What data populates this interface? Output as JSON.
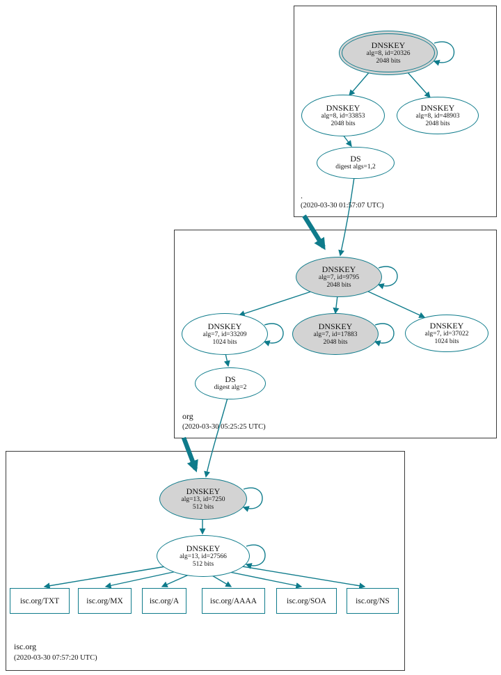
{
  "colors": {
    "teal": "#0e7b8b",
    "secure": "#d3d3d3",
    "zone-border": "#3a3a3a",
    "background": "#ffffff"
  },
  "zones": [
    {
      "label": ".",
      "timestamp": "(2020-03-30 01:57:07 UTC)",
      "nodes": {
        "ksk": {
          "title": "DNSKEY",
          "detail": "alg=8, id=20326",
          "size": "2048 bits"
        },
        "zsk1": {
          "title": "DNSKEY",
          "detail": "alg=8, id=33853",
          "size": "2048 bits"
        },
        "zsk2": {
          "title": "DNSKEY",
          "detail": "alg=8, id=48903",
          "size": "2048 bits"
        },
        "ds": {
          "title": "DS",
          "detail": "digest algs=1,2"
        }
      }
    },
    {
      "label": "org",
      "timestamp": "(2020-03-30 05:25:25 UTC)",
      "nodes": {
        "ksk": {
          "title": "DNSKEY",
          "detail": "alg=7, id=9795",
          "size": "2048 bits"
        },
        "zsk1": {
          "title": "DNSKEY",
          "detail": "alg=7, id=33209",
          "size": "1024 bits"
        },
        "ksk2": {
          "title": "DNSKEY",
          "detail": "alg=7, id=17883",
          "size": "2048 bits"
        },
        "zsk2": {
          "title": "DNSKEY",
          "detail": "alg=7, id=37022",
          "size": "1024 bits"
        },
        "ds": {
          "title": "DS",
          "detail": "digest alg=2"
        }
      }
    },
    {
      "label": "isc.org",
      "timestamp": "(2020-03-30 07:57:20 UTC)",
      "nodes": {
        "ksk": {
          "title": "DNSKEY",
          "detail": "alg=13, id=7250",
          "size": "512 bits"
        },
        "zsk": {
          "title": "DNSKEY",
          "detail": "alg=13, id=27566",
          "size": "512 bits"
        }
      },
      "rrsets": [
        {
          "label": "isc.org/TXT"
        },
        {
          "label": "isc.org/MX"
        },
        {
          "label": "isc.org/A"
        },
        {
          "label": "isc.org/AAAA"
        },
        {
          "label": "isc.org/SOA"
        },
        {
          "label": "isc.org/NS"
        }
      ]
    }
  ]
}
